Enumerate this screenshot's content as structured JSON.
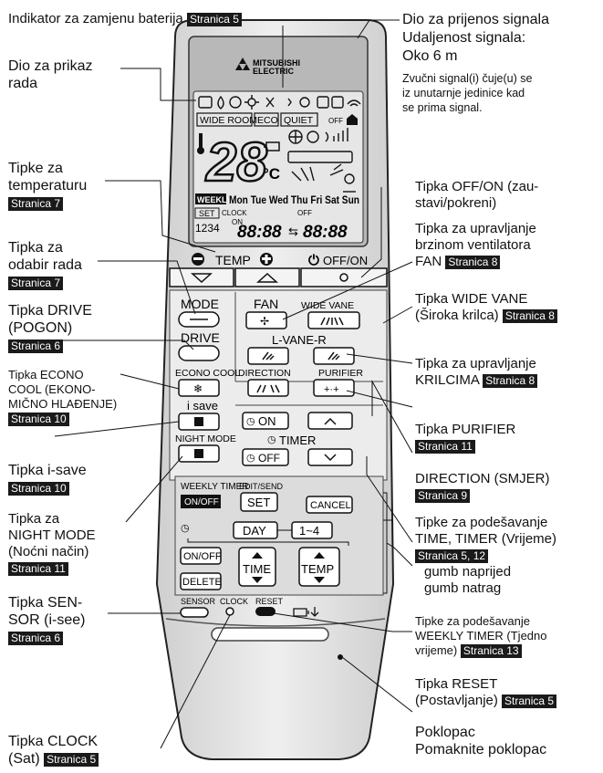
{
  "page": "Stranica",
  "labels": {
    "battery": {
      "text": "Indikator za zamjenu baterija",
      "page": "Stranica 5"
    },
    "display_part": {
      "line1": "Dio za prikaz",
      "line2": "rada"
    },
    "temp_buttons": {
      "line1": "Tipke za",
      "line2": "temperaturu",
      "page": "Stranica 7"
    },
    "mode_select": {
      "line1": "Tipka za",
      "line2": "odabir rada",
      "page": "Stranica 7"
    },
    "drive": {
      "line1": "Tipka DRIVE",
      "line2": "(POGON)",
      "page": "Stranica 6"
    },
    "econo": {
      "line1": "Tipka ECONO",
      "line2": "COOL (EKONO-",
      "line3": "MIČNO HLAĐENJE)",
      "page": "Stranica 10"
    },
    "isave": {
      "line1": "Tipka i-save",
      "page": "Stranica 10"
    },
    "night": {
      "line1": "Tipka za",
      "line2": "NIGHT MODE",
      "line3": "(Noćni način)",
      "page": "Stranica 11"
    },
    "sensor": {
      "line1": "Tipka SEN-",
      "line2": "SOR (i-see)",
      "page": "Stranica 6"
    },
    "clock": {
      "line1": "Tipka CLOCK",
      "line2": "(Sat)",
      "page": "Stranica 5"
    },
    "transmit": {
      "line1": "Dio za prijenos signala",
      "line2": "Udaljenost signala:",
      "line3": "Oko 6 m",
      "note1": "Zvučni signal(i) čuje(u) se",
      "note2": "iz unutarnje jedinice kad",
      "note3": "se prima signal."
    },
    "offon": {
      "line1": "Tipka OFF/ON (zau-",
      "line2": "stavi/pokreni)"
    },
    "fan": {
      "line1": "Tipka za upravljanje",
      "line2": "brzinom ventilatora",
      "line3": "FAN",
      "page": "Stranica 8"
    },
    "widevane": {
      "line1": "Tipka WIDE VANE",
      "line2": "(Široka krilca)",
      "page": "Stranica 8"
    },
    "vane": {
      "line1": "Tipka za upravljanje",
      "line2": "KRILCIMA",
      "page": "Stranica 8"
    },
    "purifier": {
      "line1": "Tipka PURIFIER",
      "page": "Stranica 11"
    },
    "direction": {
      "line1": "DIRECTION (SMJER)",
      "page": "Stranica 9"
    },
    "timer": {
      "line1": "Tipke za podešavanje",
      "line2": "TIME, TIMER (Vrijeme)",
      "page": "Stranica 5, 12",
      "line3": "gumb naprijed",
      "line4": "gumb natrag"
    },
    "weekly": {
      "line1": "Tipke za podešavanje",
      "line2": "WEEKLY TIMER (Tjedno",
      "line3": "vrijeme)",
      "page": "Stranica 13"
    },
    "reset": {
      "line1": "Tipka RESET",
      "line2": "(Postavljanje)",
      "page": "Stranica 5"
    },
    "cover": {
      "line1": "Poklopac",
      "line2": "Pomaknite poklopac"
    }
  },
  "remote": {
    "brand1": "MITSUBISHI",
    "brand2": "ELECTRIC",
    "display": {
      "wide_room": "WIDE ROOM",
      "eco": "ECO",
      "quiet": "QUIET",
      "off": "OFF",
      "temp": "28",
      "unit": "°C",
      "weekly": "WEEKLY",
      "days": "Mon Tue Wed Thu Fri Sat Sun",
      "set": "SET",
      "clock": "CLOCK",
      "on": "ON",
      "off2": "OFF",
      "program": "1234",
      "time1": "88:88",
      "time2": "88:88"
    },
    "buttons": {
      "temp": "TEMP",
      "offon": "OFF/ON",
      "mode": "MODE",
      "fan": "FAN",
      "wide_vane": "WIDE VANE",
      "drive": "DRIVE",
      "lvaner": "L-VANE-R",
      "econo": "ECONO COOL",
      "direction": "DIRECTION",
      "purifier": "PURIFIER",
      "isave": "i save",
      "on": "ON",
      "timer": "TIMER",
      "off": "OFF",
      "night": "NIGHT MODE",
      "weekly_timer": "WEEKLY TIMER",
      "edit_send": "EDIT/SEND",
      "onoff": "ON/OFF",
      "set": "SET",
      "cancel": "CANCEL",
      "day": "DAY",
      "range": "1~4",
      "onoff2": "ON/OFF",
      "time": "TIME",
      "temp2": "TEMP",
      "delete": "DELETE",
      "sensor": "SENSOR",
      "clock": "CLOCK",
      "reset": "RESET"
    }
  }
}
